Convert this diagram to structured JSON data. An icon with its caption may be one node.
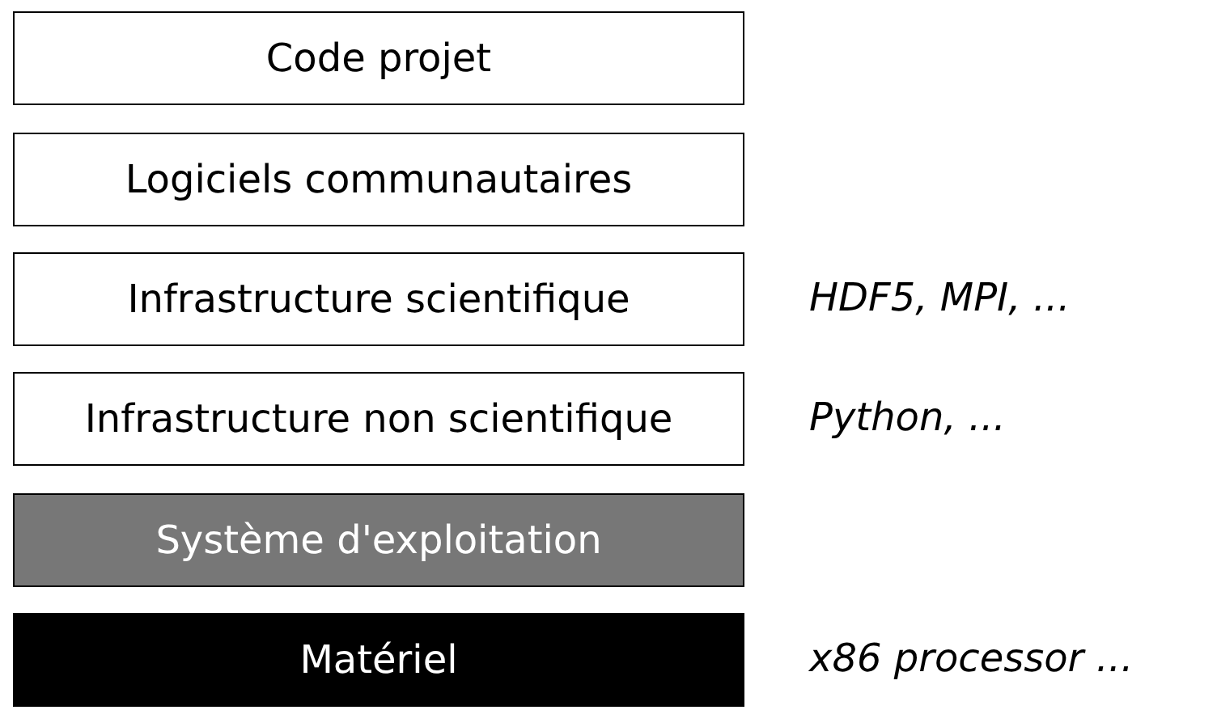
{
  "diagram": {
    "nodes": [
      {
        "text": [
          "Code projet"
        ]
      },
      {
        "text": [
          "Logiciels communautaires"
        ]
      },
      {
        "text": [
          "Infrastructure scientifique"
        ],
        "beside": [
          "HDF5, MPI, ..."
        ]
      },
      {
        "text": [
          "Infrastructure non scientifique"
        ],
        "beside": [
          "Python, ..."
        ]
      },
      {
        "text": [
          "Système d'exploitation"
        ]
      },
      {
        "text": [
          "Matériel"
        ],
        "beside": [
          "x86 processor ..."
        ]
      }
    ]
  }
}
